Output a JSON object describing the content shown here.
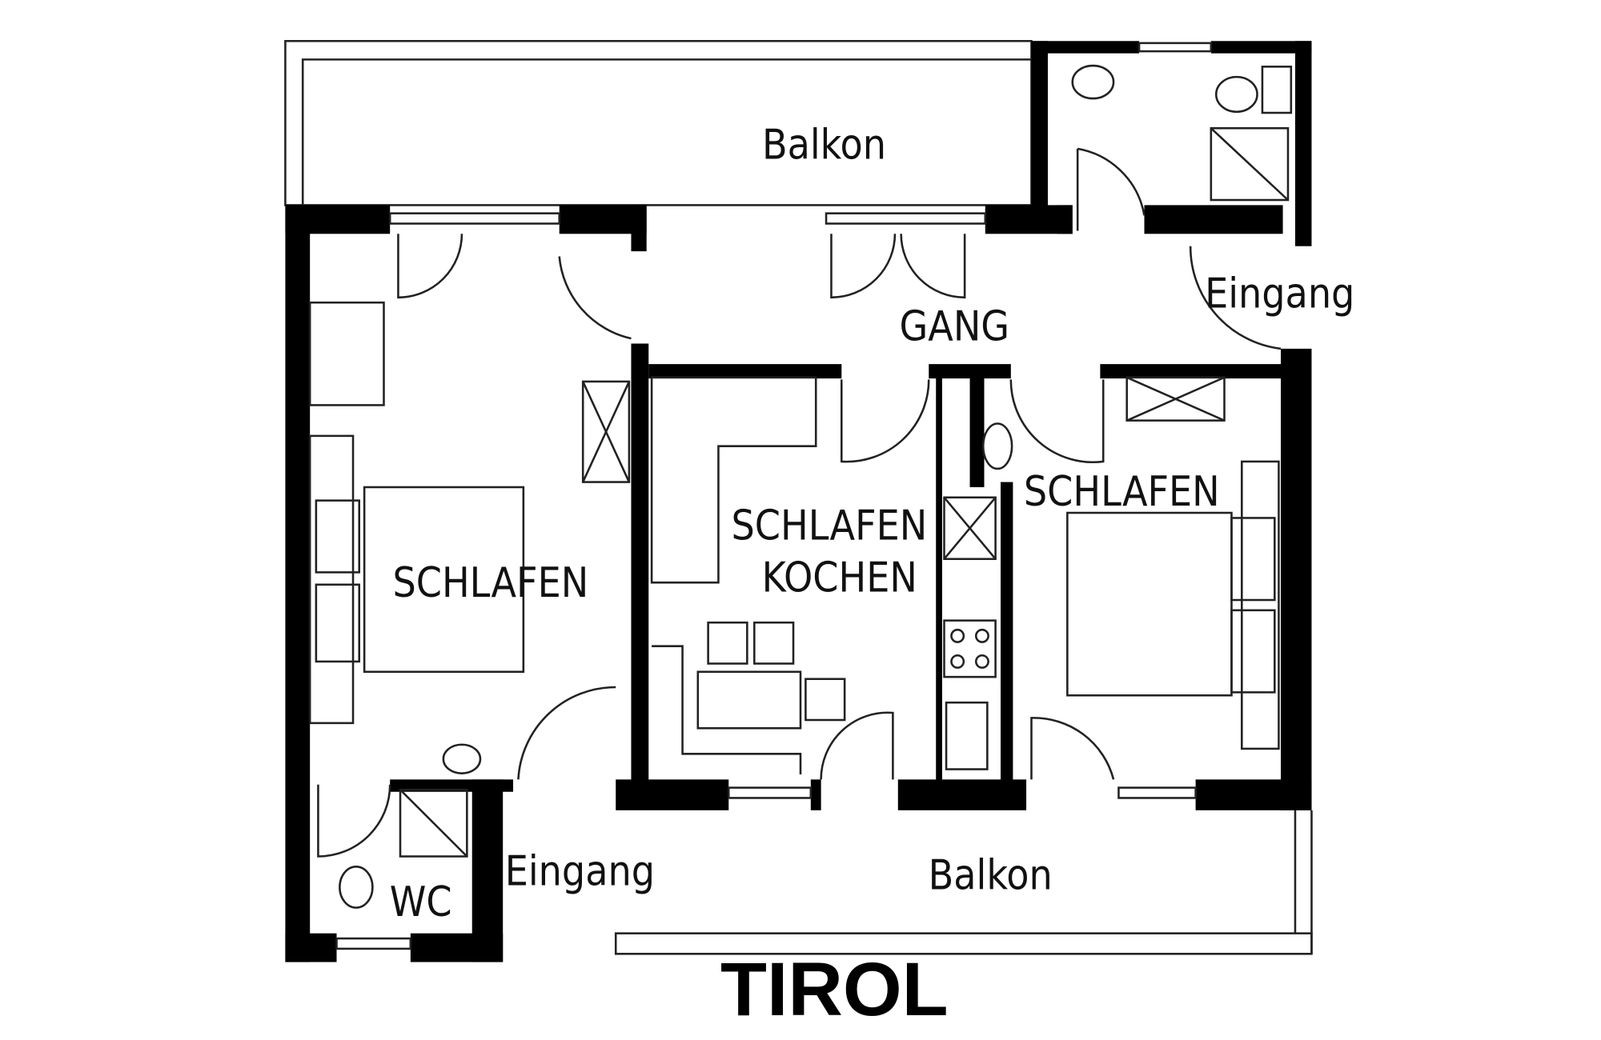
{
  "plan": {
    "title": "TIROL",
    "rooms": {
      "balkon_top": "Balkon",
      "gang": "GANG",
      "eingang_right": "Eingang",
      "schlafen_left": "SCHLAFEN",
      "schlafen_kochen_1": "SCHLAFEN",
      "schlafen_kochen_2": "KOCHEN",
      "schlafen_right": "SCHLAFEN",
      "eingang_left": "Eingang",
      "balkon_bottom": "Balkon",
      "wc": "WC"
    }
  }
}
